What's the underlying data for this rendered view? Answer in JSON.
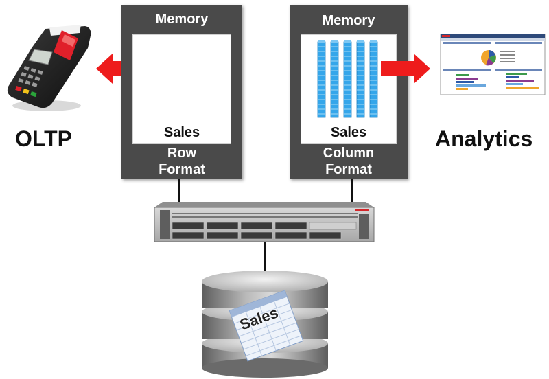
{
  "left_panel": {
    "title": "Memory",
    "table_label": "Sales",
    "format_lines": [
      "Row",
      "Format"
    ]
  },
  "right_panel": {
    "title": "Memory",
    "table_label": "Sales",
    "format_lines": [
      "Column",
      "Format"
    ],
    "column_count": 5
  },
  "labels": {
    "oltp": "OLTP",
    "analytics": "Analytics"
  },
  "database": {
    "label": "Sales"
  },
  "colors": {
    "panel": "#4a4a4a",
    "arrow": "#ee1c1c",
    "column": "#35a6ea",
    "disk": "#8c8c8c"
  },
  "icons": {
    "terminal": "payment-terminal-icon",
    "dashboard": "analytics-dashboard-icon",
    "server": "rack-server-icon",
    "database": "database-cylinder-icon"
  }
}
